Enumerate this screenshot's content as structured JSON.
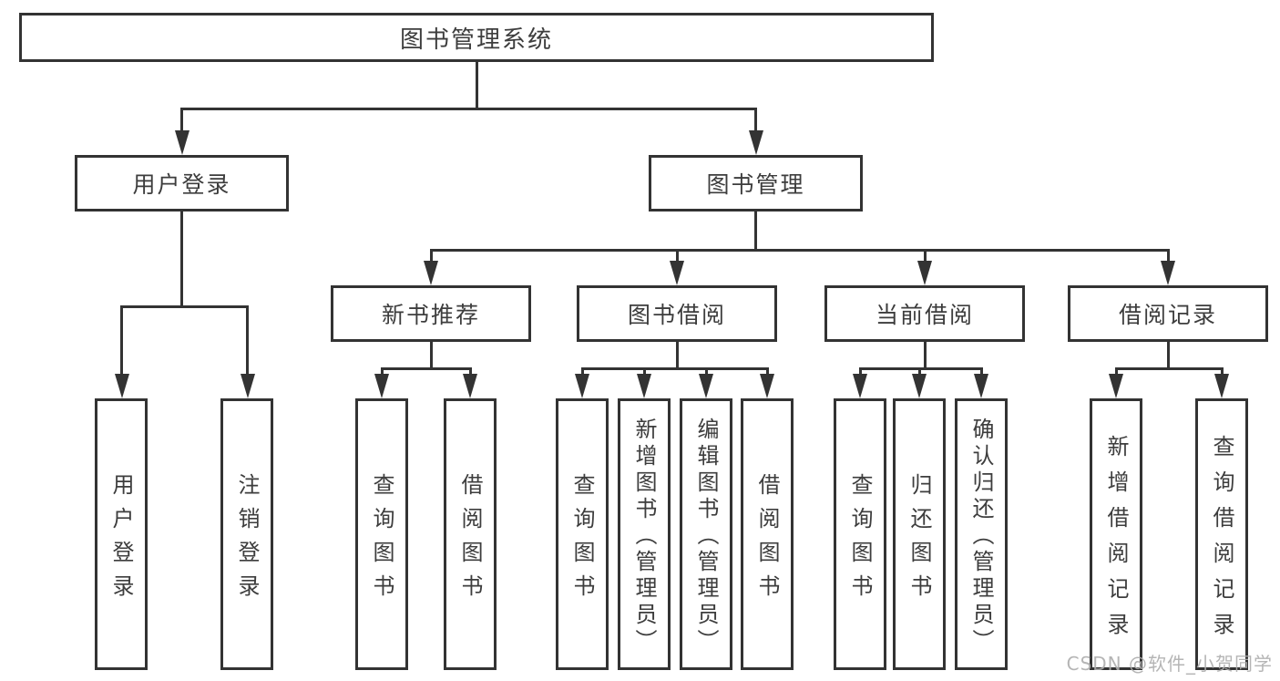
{
  "diagram": {
    "root": {
      "label": "图书管理系统",
      "children": [
        {
          "label": "用户登录",
          "children": [
            {
              "label": "用户登录"
            },
            {
              "label": "注销登录"
            }
          ]
        },
        {
          "label": "图书管理",
          "children": [
            {
              "label": "新书推荐",
              "children": [
                {
                  "label": "查询图书"
                },
                {
                  "label": "借阅图书"
                }
              ]
            },
            {
              "label": "图书借阅",
              "children": [
                {
                  "label": "查询图书"
                },
                {
                  "label": "新增图书（管理员）"
                },
                {
                  "label": "编辑图书（管理员）"
                },
                {
                  "label": "借阅图书"
                }
              ]
            },
            {
              "label": "当前借阅",
              "children": [
                {
                  "label": "查询图书"
                },
                {
                  "label": "归还图书"
                },
                {
                  "label": "确认归还（管理员）"
                }
              ]
            },
            {
              "label": "借阅记录",
              "children": [
                {
                  "label": "新增借阅记录"
                },
                {
                  "label": "查询借阅记录"
                }
              ]
            }
          ]
        }
      ]
    }
  },
  "watermark": {
    "text": "CSDN @软件_小贺同学"
  },
  "colors": {
    "line": "#333333",
    "box_border": "#333333",
    "box_background": "#ffffff",
    "text": "#3d3d3d",
    "watermark": "#adadad"
  }
}
